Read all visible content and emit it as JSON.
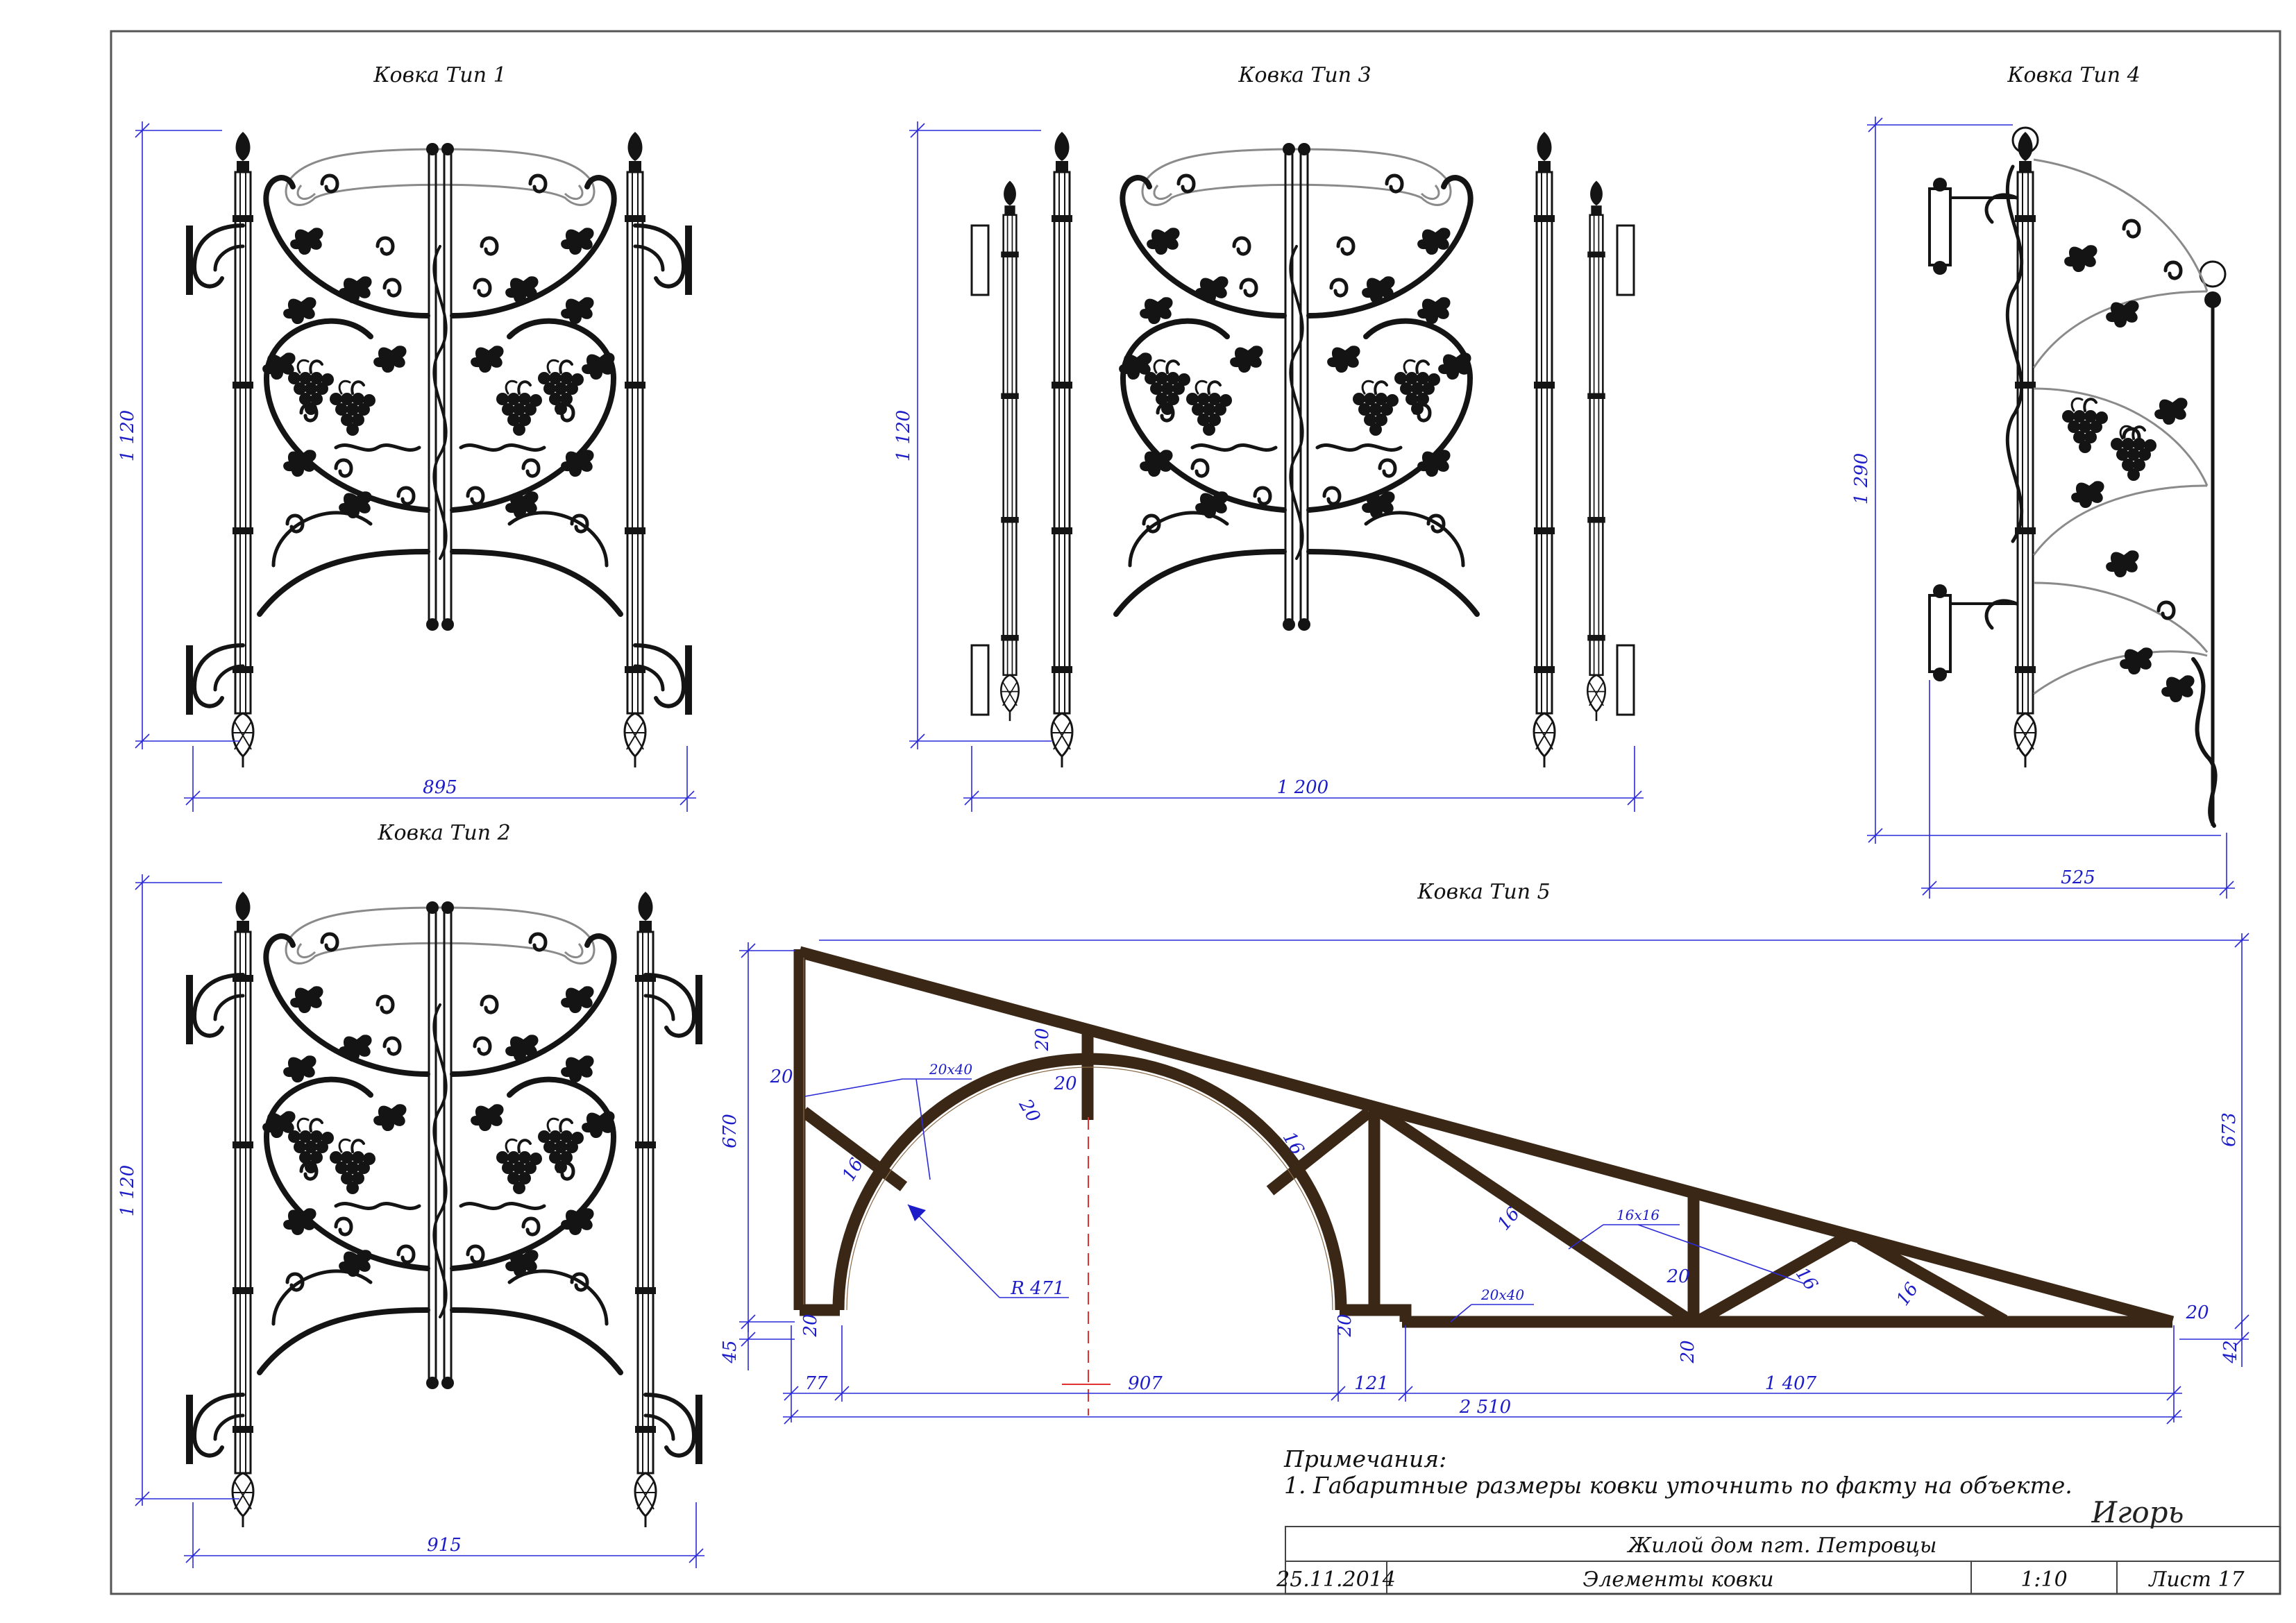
{
  "sheet": {
    "title_types": {
      "t1": "Ковка Тип 1",
      "t2": "Ковка Тип 2",
      "t3": "Ковка Тип 3",
      "t4": "Ковка Тип 4",
      "t5": "Ковка Тип 5"
    },
    "dimensions": {
      "t1_height": "1 120",
      "t1_width": "895",
      "t2_height": "1 120",
      "t2_width": "915",
      "t3_height": "1 120",
      "t3_width": "1 200",
      "t4_height": "1 290",
      "t4_width": "525",
      "t5_left_height": "670",
      "t5_right_height": "673",
      "t5_base_left": "45",
      "t5_base_right": "42",
      "t5_seg_77": "77",
      "t5_seg_907": "907",
      "t5_seg_121": "121",
      "t5_seg_1407": "1 407",
      "t5_total": "2 510",
      "t5_radius": "R 471",
      "t5_profile_20x40_a": "20x40",
      "t5_profile_20x40_b": "20x40",
      "t5_profile_16x16": "16x16",
      "t5_20_a": "20",
      "t5_20_b": "20",
      "t5_20_c": "20",
      "t5_20_d": "20",
      "t5_20_e": "20",
      "t5_20_f": "20",
      "t5_20_g": "20",
      "t5_20_h": "20",
      "t5_20_i": "20",
      "t5_16_a": "16",
      "t5_16_b": "16",
      "t5_16_c": "16",
      "t5_16_d": "16",
      "t5_16_e": "16"
    },
    "notes": {
      "heading": "Примечания:",
      "line1": "1. Габаритные размеры ковки уточнить по факту на объекте."
    },
    "stamp": {
      "signature": "Игорь",
      "project": "Жилой дом пгт. Петровцы",
      "date": "25.11.2014",
      "name": "Элементы ковки",
      "scale": "1:10",
      "sheet_no": "Лист 17"
    },
    "colors": {
      "dimension": "#1c1cc8",
      "iron": "#141414",
      "timber": "#3b2716",
      "centerline": "#e03030"
    }
  }
}
